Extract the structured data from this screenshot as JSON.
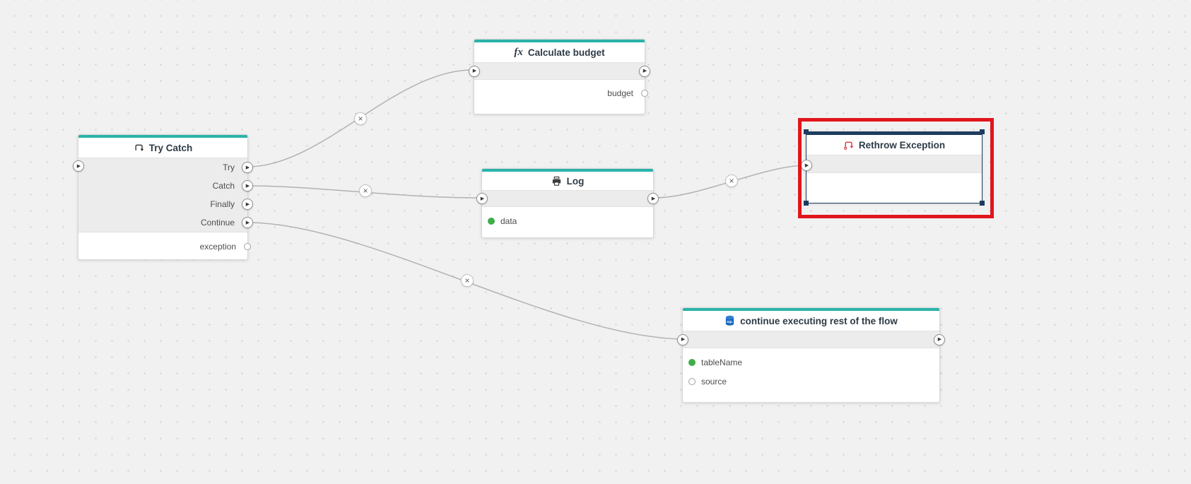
{
  "colors": {
    "accent_teal": "#2bb3a9",
    "selection_red": "#e0161c",
    "selection_navy": "#1e3c5e",
    "input_pin_green": "#3fae49",
    "canvas_bg": "#f1f1f2"
  },
  "nodes": {
    "try_catch": {
      "title": "Try Catch",
      "branches": [
        "Try",
        "Catch",
        "Finally",
        "Continue"
      ],
      "output": "exception"
    },
    "calculate_budget": {
      "title": "Calculate budget",
      "icon_glyph": "fx",
      "output": "budget"
    },
    "log": {
      "title": "Log",
      "input": "data"
    },
    "rethrow_exception": {
      "title": "Rethrow Exception"
    },
    "continue_flow": {
      "title": "continue executing rest of the flow",
      "inputs": [
        "tableName",
        "source"
      ]
    }
  },
  "connections": [
    {
      "from": "Try Catch / Try",
      "to": "Calculate budget",
      "delete_glyph": "×"
    },
    {
      "from": "Try Catch / Catch",
      "to": "Log",
      "delete_glyph": "×"
    },
    {
      "from": "Log",
      "to": "Rethrow Exception",
      "delete_glyph": "×"
    },
    {
      "from": "Try Catch / Continue",
      "to": "continue executing rest of the flow",
      "delete_glyph": "×"
    }
  ]
}
